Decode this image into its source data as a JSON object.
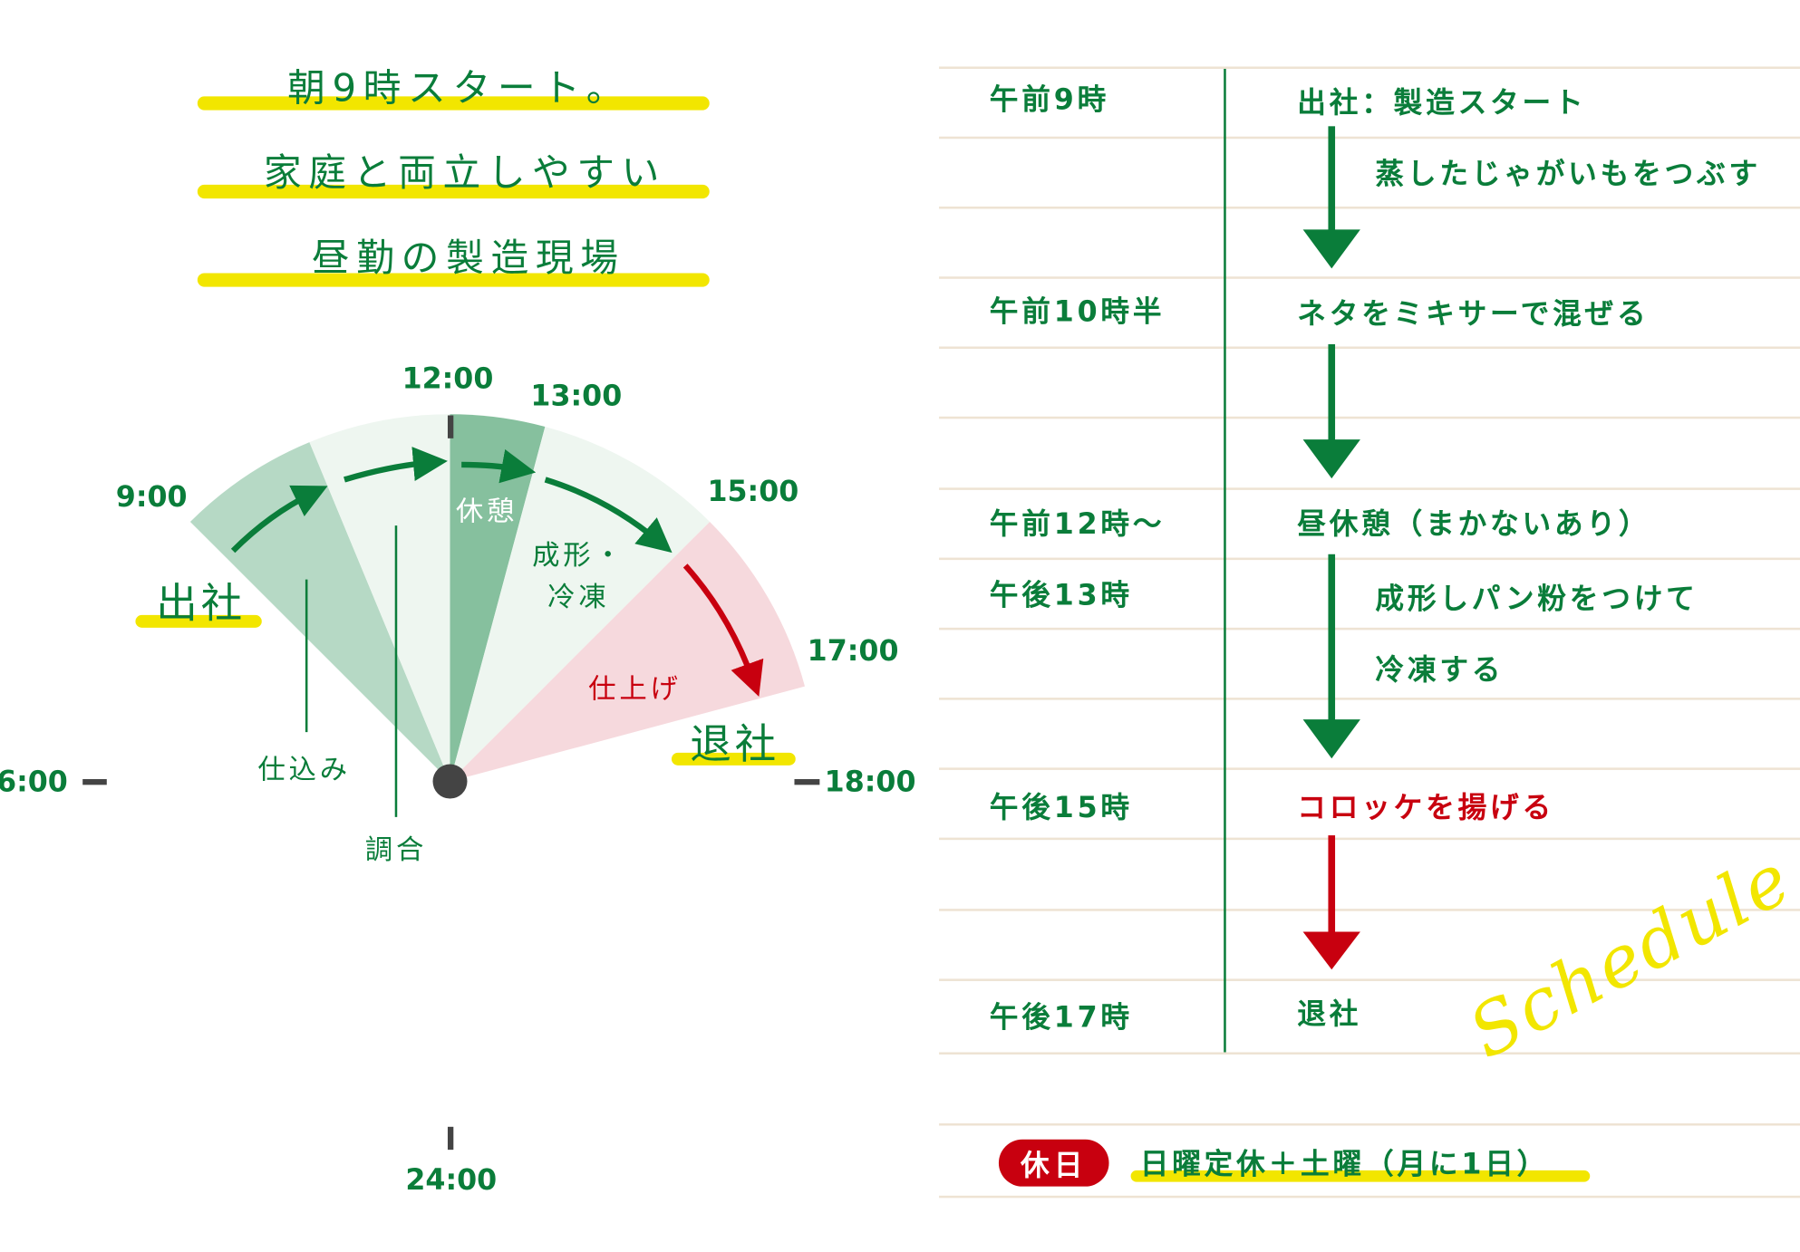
{
  "headline": [
    "朝9時スタート。",
    "家庭と両立しやすい",
    "昼勤の製造現場"
  ],
  "dial": {
    "hour_labels": {
      "h6": "6:00",
      "h9": "9:00",
      "h12": "12:00",
      "h13": "13:00",
      "h15": "15:00",
      "h17": "17:00",
      "h18": "18:00",
      "h24": "24:00"
    },
    "segments": [
      {
        "label": "仕込み",
        "start": 9,
        "end": 10.5,
        "color": "#b6d9c5"
      },
      {
        "label": "調合",
        "start": 10.5,
        "end": 12,
        "color": "#eef6f0"
      },
      {
        "label": "休憩",
        "start": 12,
        "end": 13,
        "color": "#86c09e"
      },
      {
        "label": "成形・冷凍",
        "start": 13,
        "end": 15,
        "color": "#eef6f0"
      },
      {
        "label": "仕上げ",
        "start": 15,
        "end": 17,
        "color": "#f6d9dd"
      }
    ],
    "text": {
      "break": "休憩",
      "shaping1": "成形・",
      "shaping2": "冷凍",
      "finish": "仕上げ",
      "prep": "仕込み",
      "mix": "調合",
      "arrive": "出社",
      "leave": "退社"
    }
  },
  "schedule": {
    "rows": [
      {
        "time": "午前9時",
        "event": "出社：製造スタート"
      },
      {
        "event": "蒸したじゃがいもをつぶす"
      },
      {
        "time": "午前10時半",
        "event": "ネタをミキサーで混ぜる"
      },
      {
        "time": "午前12時〜",
        "event": "昼休憩（まかないあり）"
      },
      {
        "time": "午後13時",
        "event": "成形しパン粉をつけて"
      },
      {
        "event": "冷凍する"
      },
      {
        "time": "午後15時",
        "event": "コロッケを揚げる"
      },
      {
        "time": "午後17時",
        "event": "退社"
      }
    ],
    "script_title": "Schedule",
    "holiday_badge": "休日",
    "holiday_text": "日曜定休＋土曜（月に1日）"
  },
  "colors": {
    "green": "#0a7d3a",
    "red": "#c8000f",
    "yellow": "#f2e600"
  }
}
